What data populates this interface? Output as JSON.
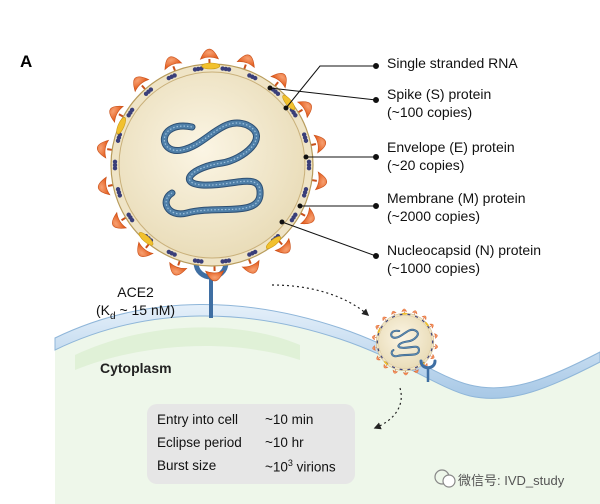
{
  "panel_letter": "A",
  "labels": [
    {
      "id": "rna",
      "line1": "Single stranded RNA",
      "line2": ""
    },
    {
      "id": "spike",
      "line1": "Spike (S) protein",
      "line2": "(~100 copies)"
    },
    {
      "id": "envelope",
      "line1": "Envelope (E) protein",
      "line2": "(~20 copies)"
    },
    {
      "id": "membrane",
      "line1": "Membrane (M) protein",
      "line2": "(~2000 copies)"
    },
    {
      "id": "nucleocapsid",
      "line1": "Nucleocapsid (N) protein",
      "line2": "(~1000 copies)"
    }
  ],
  "receptor": {
    "name": "ACE2",
    "kd_prefix": "(K",
    "kd_sub": "d",
    "kd_suffix": " ~ 15 nM)"
  },
  "region": "Cytoplasm",
  "info": [
    {
      "k": "Entry into cell",
      "v": "~10 min",
      "sup": "",
      "tail": ""
    },
    {
      "k": "Eclipse period",
      "v": "~10 hr",
      "sup": "",
      "tail": ""
    },
    {
      "k": "Burst size",
      "v": "~10",
      "sup": "3",
      "tail": " virions"
    }
  ],
  "watermark": "微信号: IVD_study",
  "colors": {
    "spike": "#ee6d2a",
    "envelope": "#f2c12e",
    "membrane": "#3a3f7a",
    "capsule_fill": "#f3ebd6",
    "rna": "#4f7fa8",
    "receptor": "#3f6fa3",
    "cytoplasm": "#dff0d8",
    "membrane_band": "#c9e0f2"
  }
}
